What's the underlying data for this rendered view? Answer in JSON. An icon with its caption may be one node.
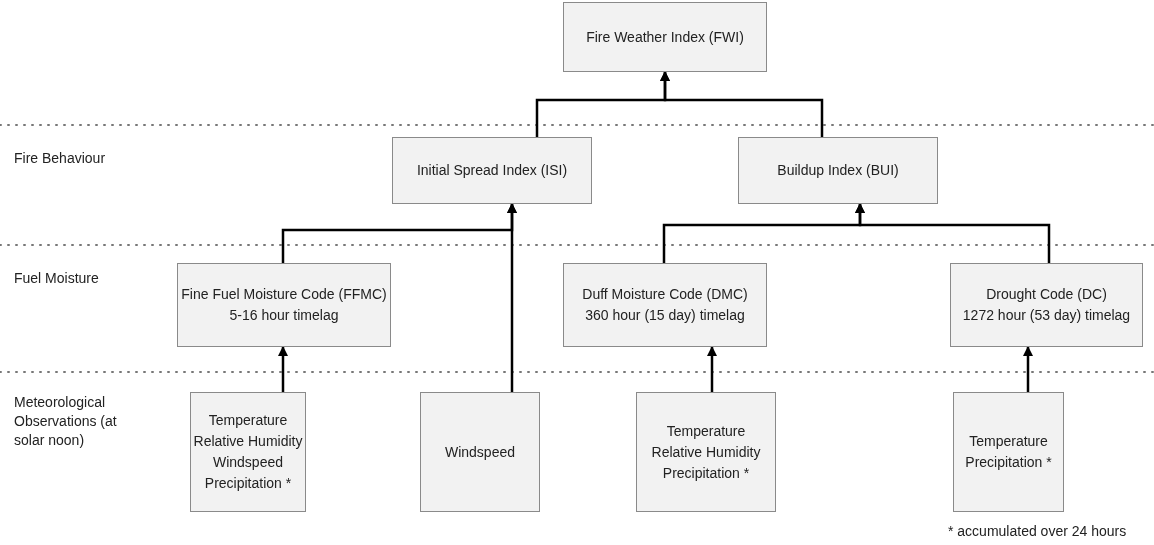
{
  "diagram": {
    "nodes": [
      {
        "text": [
          "Fire Weather Index (FWI)"
        ]
      },
      {
        "text": [
          "Initial Spread Index (ISI)"
        ]
      },
      {
        "text": [
          "Buildup Index (BUI)"
        ]
      },
      {
        "text": [
          "Fine Fuel Moisture Code (FFMC)",
          "5-16 hour timelag"
        ]
      },
      {
        "text": [
          "Duff Moisture Code (DMC)",
          "360 hour (15 day) timelag"
        ]
      },
      {
        "text": [
          "Drought Code (DC)",
          "1272 hour (53 day) timelag"
        ]
      },
      {
        "text": [
          "Temperature",
          "Relative Humidity",
          "Windspeed",
          "Precipitation *"
        ]
      },
      {
        "text": [
          "Windspeed"
        ]
      },
      {
        "text": [
          "Temperature",
          "Relative Humidity",
          "Precipitation *"
        ]
      },
      {
        "text": [
          "Temperature",
          "Precipitation *"
        ]
      }
    ],
    "edges": [
      {
        "from": 1,
        "to": 0,
        "arrow": "to"
      },
      {
        "from": 2,
        "to": 0,
        "arrow": "to"
      },
      {
        "from": 3,
        "to": 1,
        "arrow": "to"
      },
      {
        "from": 7,
        "to": 1,
        "arrow": "to"
      },
      {
        "from": 4,
        "to": 2,
        "arrow": "to"
      },
      {
        "from": 5,
        "to": 2,
        "arrow": "to"
      },
      {
        "from": 6,
        "to": 3,
        "arrow": "to"
      },
      {
        "from": 8,
        "to": 4,
        "arrow": "to"
      },
      {
        "from": 9,
        "to": 5,
        "arrow": "to"
      }
    ],
    "labels": [
      "Fire Behaviour",
      "Fuel Moisture",
      "Meteorological Observations (at solar noon)",
      "* accumulated over 24 hours"
    ]
  }
}
